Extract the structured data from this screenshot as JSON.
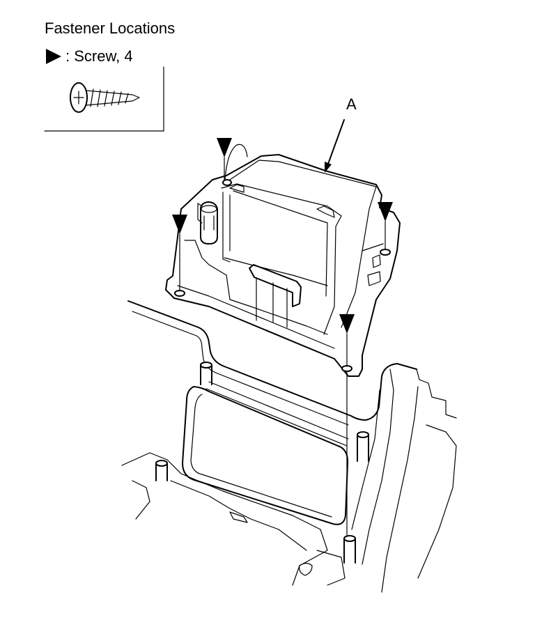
{
  "title": "Fastener Locations",
  "legend": {
    "symbol_icon": "filled-triangle-marker-icon",
    "label": ": Screw, 4"
  },
  "parts": {
    "callout_a": "A"
  },
  "icons": {
    "screw": "screw-icon",
    "screw_marker": "screw-location-marker-icon"
  }
}
